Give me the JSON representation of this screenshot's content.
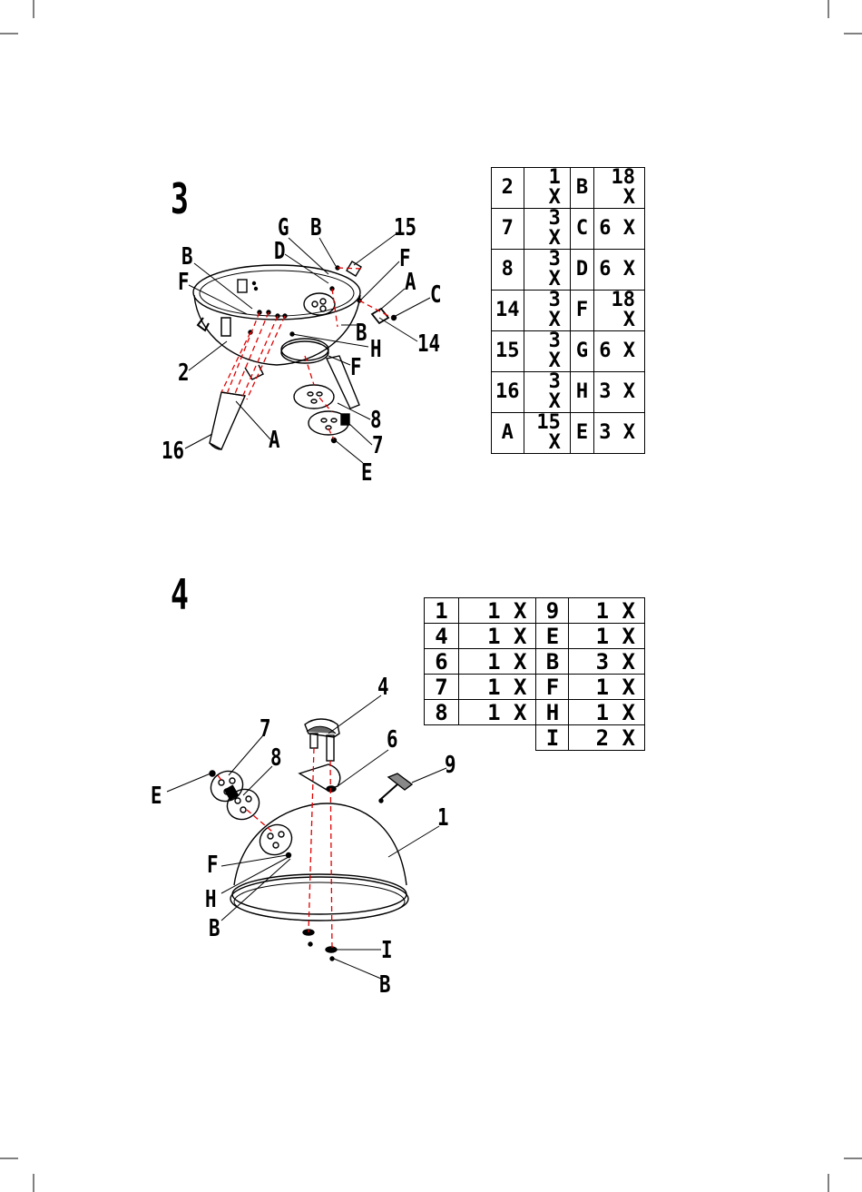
{
  "step3": {
    "number": "3",
    "parts": [
      [
        "2",
        "1 X",
        "B",
        "18 X"
      ],
      [
        "7",
        "3 X",
        "C",
        "6 X"
      ],
      [
        "8",
        "3 X",
        "D",
        "6 X"
      ],
      [
        "14",
        "3 X",
        "F",
        "18 X"
      ],
      [
        "15",
        "3 X",
        "G",
        "6 X"
      ],
      [
        "16",
        "3 X",
        "H",
        "3 X"
      ],
      [
        "A",
        "15 X",
        "E",
        "3 X"
      ]
    ],
    "labels": {
      "g": "G",
      "b_top": "B",
      "n15": "15",
      "d": "D",
      "b_left": "B",
      "f_right": "F",
      "f_left": "F",
      "a_right": "A",
      "c": "C",
      "b_mid": "B",
      "n14": "14",
      "h": "H",
      "n2": "2",
      "f_leg": "F",
      "n8": "8",
      "a_leg": "A",
      "n7": "7",
      "n16": "16",
      "e": "E"
    }
  },
  "step4": {
    "number": "4",
    "parts": [
      [
        "1",
        "1 X",
        "9",
        "1 X"
      ],
      [
        "4",
        "1 X",
        "E",
        "1 X"
      ],
      [
        "6",
        "1 X",
        "B",
        "3 X"
      ],
      [
        "7",
        "1 X",
        "F",
        "1 X"
      ],
      [
        "8",
        "1 X",
        "H",
        "1 X"
      ],
      [
        "",
        "",
        "I",
        "2 X"
      ]
    ],
    "labels": {
      "n4": "4",
      "n7": "7",
      "n6": "6",
      "n8": "8",
      "n9": "9",
      "e": "E",
      "n1": "1",
      "f": "F",
      "h": "H",
      "b_left": "B",
      "i": "I",
      "b_bottom": "B"
    }
  }
}
